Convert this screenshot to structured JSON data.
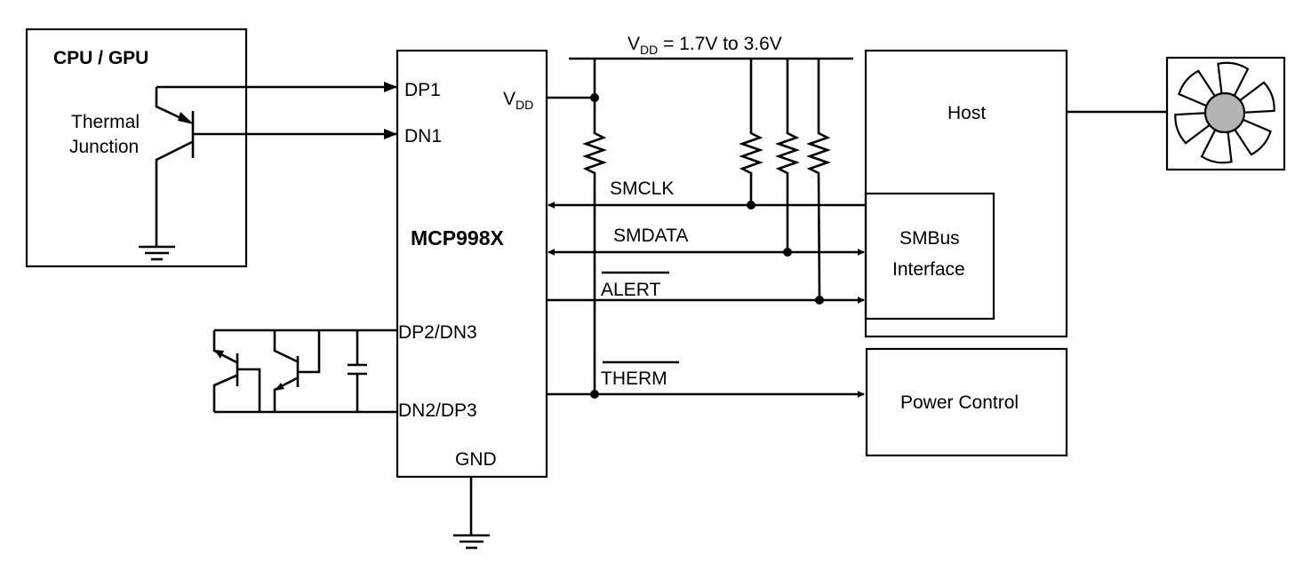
{
  "title": "MCP998X typical application diagram",
  "blocks": {
    "cpu": {
      "label": "CPU / GPU",
      "junction_line1": "Thermal",
      "junction_line2": "Junction"
    },
    "chip": {
      "name": "MCP998X",
      "pins": {
        "dp1": "DP1",
        "dn1": "DN1",
        "vdd": "V",
        "vdd_sub": "DD",
        "dp2dn3": "DP2/DN3",
        "dn2dp3": "DN2/DP3",
        "gnd": "GND"
      }
    },
    "host": {
      "label": "Host"
    },
    "smbus": {
      "line1": "SMBus",
      "line2": "Interface"
    },
    "power_control": {
      "label": "Power Control"
    },
    "fan": {
      "label": "fan",
      "hub_color": "#b3b3b3"
    }
  },
  "supply": {
    "prefix": "V",
    "sub": "DD",
    "rest": " = 1.7V to 3.6V"
  },
  "signals": {
    "smclk": "SMCLK",
    "smdata": "SMDATA",
    "alert": "ALERT",
    "therm": "THERM"
  },
  "colors": {
    "line": "#000000",
    "background": "#ffffff",
    "fan_hub": "#b3b3b3"
  }
}
